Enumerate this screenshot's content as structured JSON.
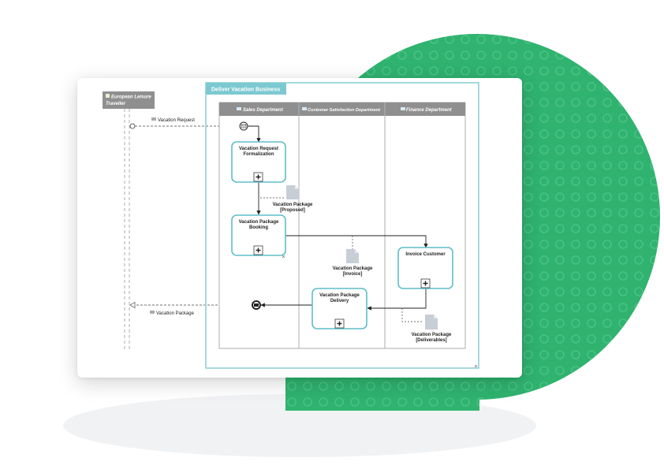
{
  "participant": {
    "name_line1": "European Leisure",
    "name_line2": "Traveller"
  },
  "messages": {
    "incoming": "Vacation Request",
    "outgoing": "Vacation Package"
  },
  "pool": {
    "title": "Deliver Vacation Business",
    "lanes": [
      "Sales Department",
      "Customer Satisfaction Department",
      "Finance Department"
    ]
  },
  "tasks": {
    "formalization": [
      "Vacation Request",
      "Formalization"
    ],
    "booking": [
      "Vacation Package",
      "Booking"
    ],
    "invoice": [
      "Invoice Customer"
    ],
    "delivery": [
      "Vacation Package",
      "Delivery"
    ]
  },
  "artifacts": {
    "proposed": [
      "Vacation Package",
      "[Proposed]"
    ],
    "invoice": [
      "Vacation Package",
      "[Invoice]"
    ],
    "deliverables": [
      "Vacation Package",
      "[Deliverables]"
    ]
  },
  "colors": {
    "brand_green": "#2fb36f",
    "pool_border": "#8fd0d6",
    "pool_header": "#7cc9d1",
    "task_border": "#5fbec8",
    "lane_header": "#8f8f8f"
  }
}
